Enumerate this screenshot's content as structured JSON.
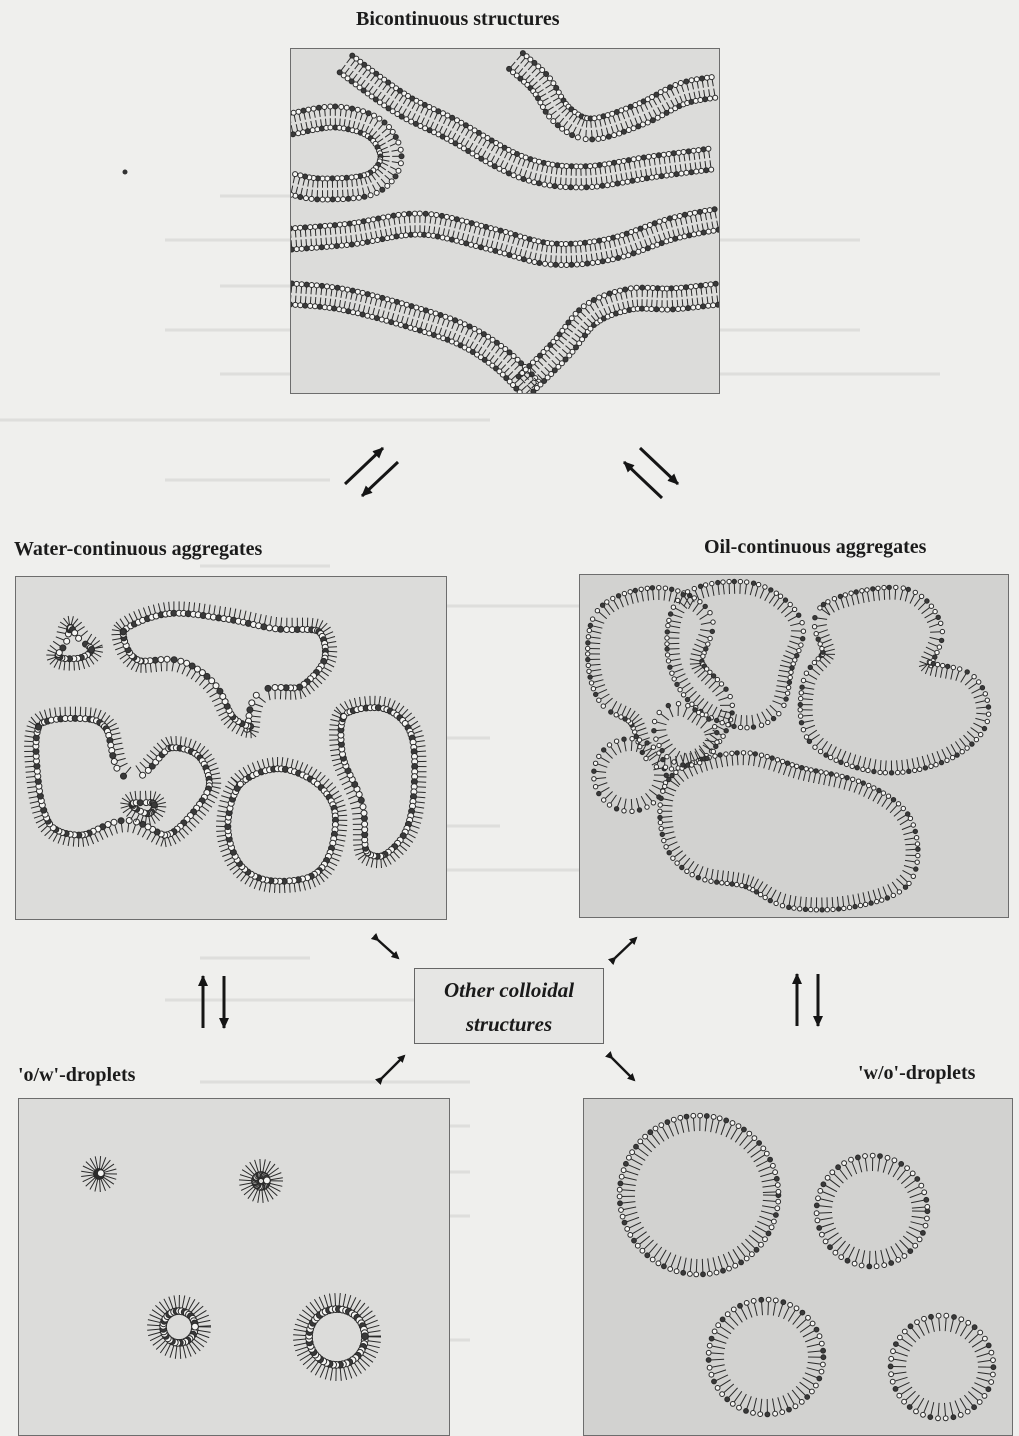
{
  "labels": {
    "top": "Bicontinuous structures",
    "left_mid": "Water-continuous aggregates",
    "right_mid": "Oil-continuous aggregates",
    "left_bottom": "'o/w'-droplets",
    "right_bottom": "'w/o'-droplets",
    "center_line1": "Other colloidal",
    "center_line2": "structures"
  },
  "colors": {
    "panel_fill": "#dcdcda",
    "panel_fill_dark": "#d2d2d0",
    "membrane": "#2a2a2a",
    "arrow": "#151515"
  }
}
